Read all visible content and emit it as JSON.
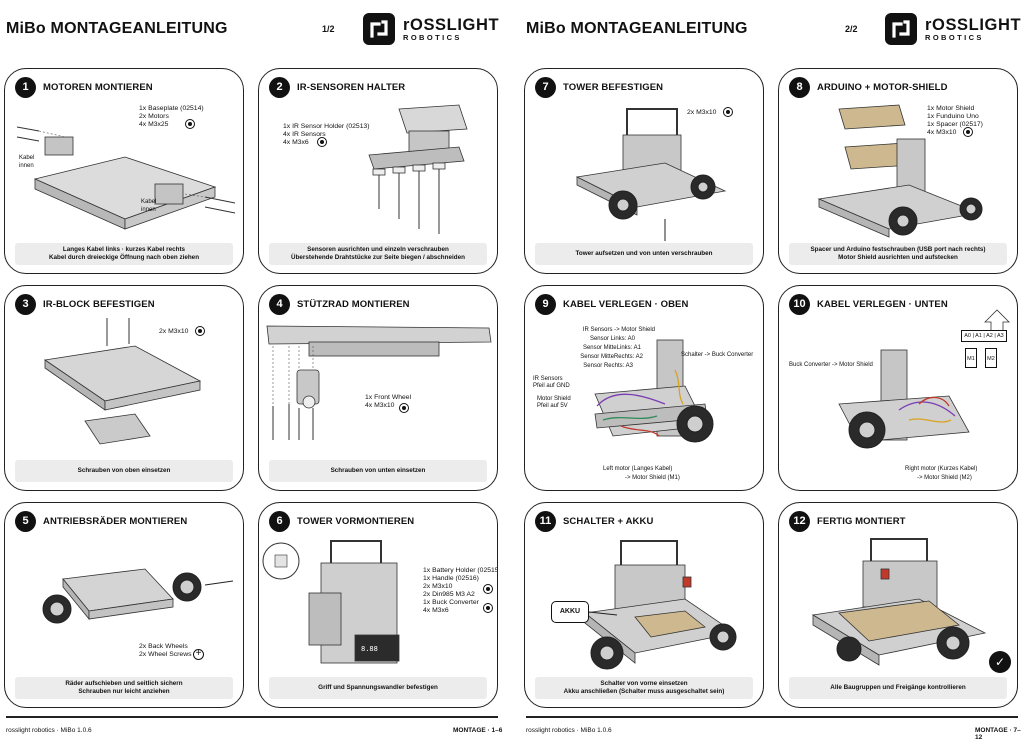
{
  "brand": {
    "name": "rOSSLIGHT",
    "sub": "ROBOTICS"
  },
  "pages": [
    {
      "title": "MiBo MONTAGEANLEITUNG",
      "page_num": "1/2",
      "footer_left": "rosslight robotics · MiBo 1.0.6",
      "footer_right": "MONTAGE · 1–6"
    },
    {
      "title": "MiBo MONTAGEANLEITUNG",
      "page_num": "2/2",
      "footer_left": "rosslight robotics · MiBo 1.0.6",
      "footer_right": "MONTAGE · 7–12"
    }
  ],
  "steps": [
    {
      "num": "1",
      "title": "MOTOREN MONTIEREN",
      "parts": [
        "1x Baseplate (02514)",
        "2x Motors",
        "4x M3x25"
      ],
      "labels": [
        "Kabel",
        "innen",
        "Kabel",
        "innen"
      ],
      "caption": [
        "Langes Kabel links · kurzes Kabel rechts",
        "Kabel durch dreieckige Öffnung nach oben ziehen"
      ]
    },
    {
      "num": "2",
      "title": "IR-SENSOREN HALTER",
      "parts": [
        "1x IR Sensor Holder (02513)",
        "4x IR Sensors",
        "4x M3x6"
      ],
      "caption": [
        "Sensoren ausrichten und einzeln verschrauben",
        "Überstehende Drahtstücke zur Seite biegen / abschneiden"
      ]
    },
    {
      "num": "3",
      "title": "IR-BLOCK BEFESTIGEN",
      "parts": [
        "2x M3x10"
      ],
      "caption": [
        "Schrauben von oben einsetzen"
      ]
    },
    {
      "num": "4",
      "title": "STÜTZRAD MONTIEREN",
      "parts": [
        "1x Front Wheel",
        "4x M3x10"
      ],
      "caption": [
        "Schrauben von unten einsetzen"
      ]
    },
    {
      "num": "5",
      "title": "ANTRIEBSRÄDER MONTIEREN",
      "parts": [
        "2x Back Wheels",
        "2x Wheel Screws"
      ],
      "caption": [
        "Räder aufschieben und seitlich sichern",
        "Schrauben nur leicht anziehen"
      ]
    },
    {
      "num": "6",
      "title": "TOWER VORMONTIEREN",
      "parts": [
        "1x Battery Holder (02515)",
        "1x Handle (02516)",
        "2x M3x10",
        "2x Din985 M3 A2",
        "1x Buck Converter",
        "4x M3x6"
      ],
      "caption": [
        "Griff und Spannungswandler befestigen"
      ]
    },
    {
      "num": "7",
      "title": "TOWER BEFESTIGEN",
      "parts": [
        "2x M3x10"
      ],
      "caption": [
        "Tower aufsetzen und von unten verschrauben"
      ]
    },
    {
      "num": "8",
      "title": "ARDUINO + MOTOR-SHIELD",
      "parts": [
        "1x Motor Shield",
        "1x Funduino Uno",
        "1x Spacer (02517)",
        "4x M3x10"
      ],
      "caption": [
        "Spacer und Arduino festschrauben (USB port nach rechts)",
        "Motor Shield ausrichten und aufstecken"
      ]
    },
    {
      "num": "9",
      "title": "KABEL VERLEGEN · OBEN",
      "labels": [
        "IR Sensors -> Motor Shield",
        "Sensor Links: A0",
        "Sensor MitteLinks: A1",
        "Sensor MitteRechts: A2",
        "Sensor Rechts: A3",
        "IR Sensors",
        "Pfeil auf GND",
        "Motor Shield",
        "Pfeil auf 5V",
        "Schalter -> Buck Converter",
        "Left motor (Langes Kabel)",
        "-> Motor Shield (M1)"
      ],
      "caption": []
    },
    {
      "num": "10",
      "title": "KABEL VERLEGEN · UNTEN",
      "labels": [
        "Buck Converter -> Motor Shield",
        "Right motor (Kurzes Kabel)",
        "-> Motor Shield (M2)"
      ],
      "pins": [
        "A0",
        "A1",
        "A2",
        "A3"
      ],
      "motors": [
        "M1",
        "M2"
      ],
      "caption": []
    },
    {
      "num": "11",
      "title": "SCHALTER + AKKU",
      "labels": [
        "AKKU"
      ],
      "caption": [
        "Schalter von vorne einsetzen",
        "Akku anschließen (Schalter muss ausgeschaltet sein)"
      ]
    },
    {
      "num": "12",
      "title": "FERTIG MONTIERT",
      "caption": [
        "Alle Baugruppen und Freigänge kontrollieren"
      ]
    }
  ]
}
